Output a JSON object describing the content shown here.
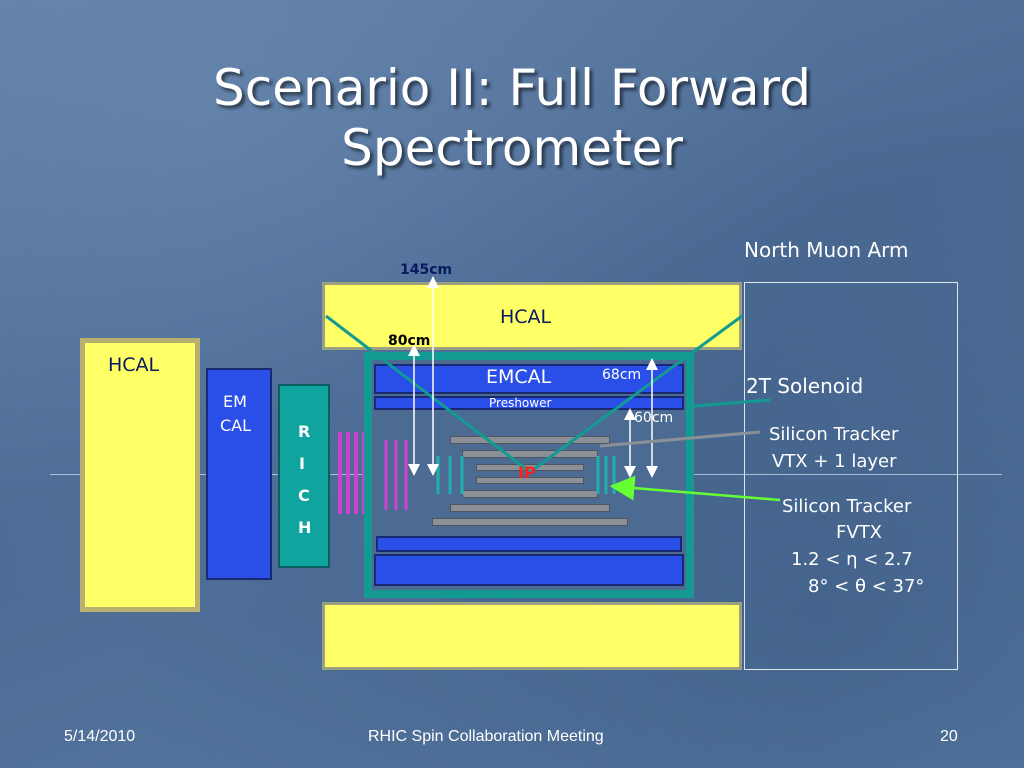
{
  "slide": {
    "title_line1": "Scenario II: Full Forward",
    "title_line2": "Spectrometer"
  },
  "labels": {
    "north_muon_arm": "North Muon Arm",
    "hcal_left": "HCAL",
    "hcal_top": "HCAL",
    "em_cal_1": "EM",
    "em_cal_2": "CAL",
    "rich": [
      "R",
      "I",
      "C",
      "H"
    ],
    "emcal": "EMCAL",
    "preshower": "Preshower",
    "solenoid": "2T Solenoid",
    "ip": "IP",
    "silicon_vtx_1": "Silicon Tracker",
    "silicon_vtx_2": "VTX + 1 layer",
    "silicon_fvtx_1": "Silicon Tracker",
    "silicon_fvtx_2": "FVTX",
    "eta_range": "1.2 < η < 2.7",
    "theta_range": "8° < θ < 37°"
  },
  "dimensions": {
    "d145": "145cm",
    "d80": "80cm",
    "d68": "68cm",
    "d60": "60cm"
  },
  "footer": {
    "date": "5/14/2010",
    "meeting": "RHIC Spin Collaboration Meeting",
    "page": "20"
  },
  "colors": {
    "yellow": "#ffff66",
    "blue": "#2a4ee8",
    "teal": "#0f9a95",
    "magenta": "#d040d0",
    "ip_red": "#ff2020",
    "arrow_green": "#66ff33"
  }
}
